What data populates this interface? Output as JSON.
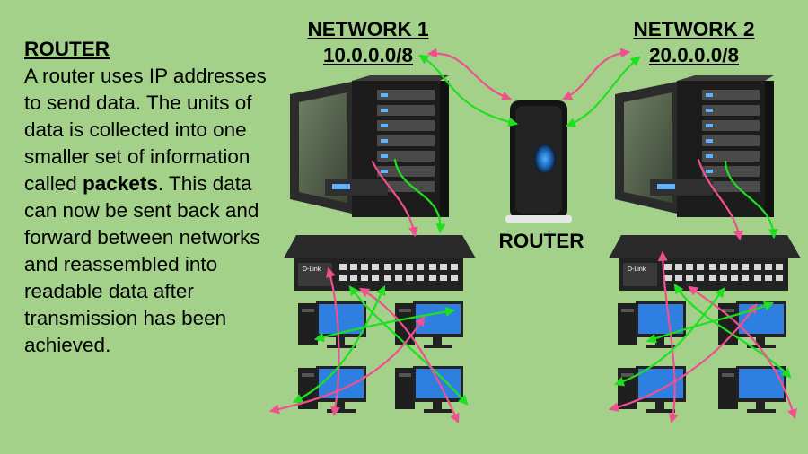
{
  "description": {
    "heading": "ROUTER",
    "text_before": "A router uses IP addresses to send data. The units of data is collected into one smaller set of information called ",
    "bold_term": "packets",
    "text_after": ". This data can now be sent back and forward between networks and reassembled into readable data after transmission has been achieved."
  },
  "network1": {
    "title": "NETWORK 1",
    "address": "10.0.0.0/8"
  },
  "network2": {
    "title": "NETWORK 2",
    "address": "20.0.0.0/8"
  },
  "router": {
    "label": "ROUTER"
  },
  "switch": {
    "brand": "D-Link"
  },
  "colors": {
    "background": "#a3d18a",
    "arrow_green": "#1fe01f",
    "arrow_pink": "#f0508f"
  },
  "icons": [
    "server-icon",
    "network-switch-icon",
    "router-icon",
    "desktop-computer-icon"
  ]
}
